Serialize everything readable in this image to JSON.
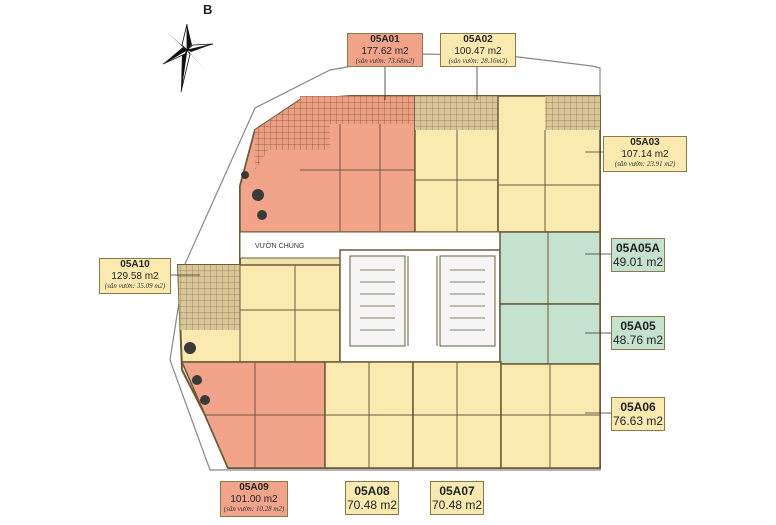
{
  "compass": {
    "north_letter": "B",
    "icon": "compass-rose-icon"
  },
  "common_area": "VƯỜN CHUNG",
  "colors": {
    "yellow": "#faeab0",
    "red": "#f2a48a",
    "green": "#c5e2cf",
    "wall": "#6b5a3a",
    "garden": "#b89a72"
  },
  "units": {
    "a01": {
      "code": "05A01",
      "area": "177.62 m2",
      "garden": "(sân vườn: 73.68m2)"
    },
    "a02": {
      "code": "05A02",
      "area": "100.47 m2",
      "garden": "(sân vườn: 28.16m2)"
    },
    "a03": {
      "code": "05A03",
      "area": "107.14 m2",
      "garden": "(sân vườn: 23.91 m2)"
    },
    "a05a": {
      "code": "05A05A",
      "area": "49.01 m2"
    },
    "a05": {
      "code": "05A05",
      "area": "48.76 m2"
    },
    "a06": {
      "code": "05A06",
      "area": "76.63 m2"
    },
    "a07": {
      "code": "05A07",
      "area": "70.48 m2"
    },
    "a08": {
      "code": "05A08",
      "area": "70.48 m2"
    },
    "a09": {
      "code": "05A09",
      "area": "101.00 m2",
      "garden": "(sân vườn: 10.28 m2)"
    },
    "a10": {
      "code": "05A10",
      "area": "129.58 m2",
      "garden": "(sân vườn: 35.09 m2)"
    }
  }
}
